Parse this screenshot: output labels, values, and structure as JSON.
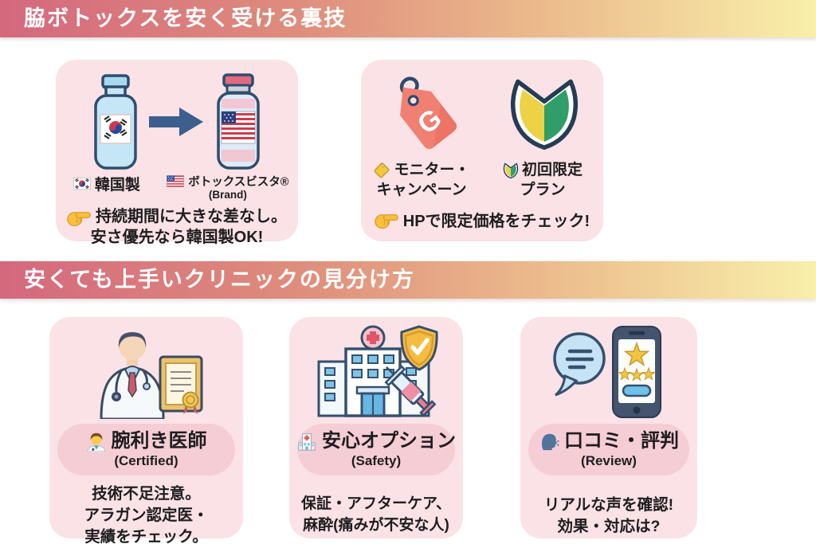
{
  "banners": {
    "top": "脇ボトックスを安く受ける裏技",
    "middle": "安くても上手いクリニックの見分け方"
  },
  "colors": {
    "banner_gradient_start": "#d4687e",
    "banner_gradient_mid": "#e5997e",
    "banner_gradient_end": "#f9efaa",
    "card_background": "#fae2e6",
    "pill_background": "#f5cdd5",
    "text": "#1d1d1f",
    "outline_navy": "#35506e",
    "tag_red": "#ed7366",
    "wakaba_yellow": "#ecd244",
    "wakaba_green": "#2f9e68",
    "gold": "#f2c441",
    "light_blue": "#c5e3f5"
  },
  "icons": {
    "korea_flag": "korea-flag-icon",
    "us_flag": "us-flag-icon",
    "pointing_finger": "pointing-finger-icon",
    "price_tag": "price-tag-icon",
    "beginner_mark": "beginner-mark-icon",
    "male_doctor": "male-doctor-emoji-icon",
    "hospital": "hospital-emoji-icon",
    "speaking_head": "speaking-head-emoji-icon"
  },
  "hacks": {
    "product": {
      "origin_label": "韓国製",
      "brand_label": "ボトックスビスタ®",
      "brand_sublabel": "(Brand)",
      "note_line1": "持続期間に大きな差なし。",
      "note_line2": "安さ優先なら韓国製OK!"
    },
    "campaign": {
      "tag_letter": "G",
      "monitor_line1": "モニター・",
      "monitor_line2": "キャンペーン",
      "first_time_line1": "初回限定",
      "first_time_line2": "プラン",
      "note": "HPで限定価格をチェック!"
    }
  },
  "clinic_criteria": [
    {
      "title": "腕利き医師",
      "subtitle": "(Certified)",
      "lines": [
        "技術不足注意。",
        "アラガン認定医・",
        "実績をチェック。"
      ]
    },
    {
      "title": "安心オプション",
      "subtitle": "(Safety)",
      "lines": [
        "保証・アフターケア、",
        "麻酔(痛みが不安な人)"
      ]
    },
    {
      "title": "口コミ・評判",
      "subtitle": "(Review)",
      "lines": [
        "リアルな声を確認!",
        "効果・対応は?"
      ]
    }
  ]
}
